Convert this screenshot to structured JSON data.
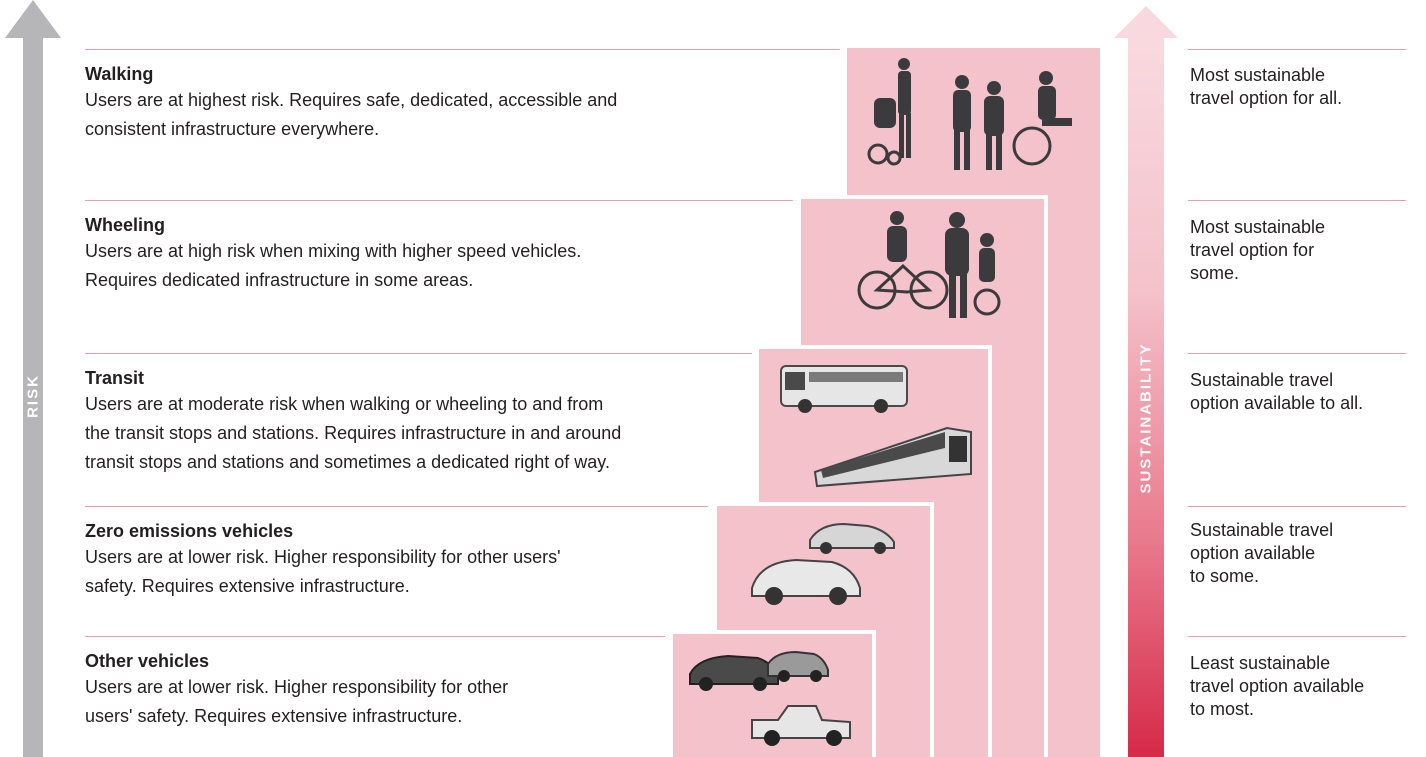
{
  "arrows": {
    "risk": {
      "label": "RISK",
      "color": "#b6b6b8"
    },
    "sustainability": {
      "label": "SUSTAINABILITY",
      "gradient_top": "#f9d9df",
      "gradient_bottom": "#d52a48"
    }
  },
  "step_color": "#f4c2cb",
  "modes": [
    {
      "title": "Walking",
      "desc": [
        "Users are at highest risk. Requires safe, dedicated, accessible and",
        "consistent infrastructure everywhere."
      ],
      "illustration": "pedestrians-icon"
    },
    {
      "title": "Wheeling",
      "desc": [
        "Users are at high risk when mixing with higher speed vehicles.",
        "Requires dedicated infrastructure in some areas."
      ],
      "illustration": "cyclists-icon"
    },
    {
      "title": "Transit",
      "desc": [
        "Users are at moderate risk when walking or wheeling to and from",
        "the transit stops and stations. Requires infrastructure in and around",
        "transit stops and stations and sometimes a dedicated right of way."
      ],
      "illustration": "bus-and-train-icon"
    },
    {
      "title": "Zero emissions vehicles",
      "desc": [
        "Users are at lower risk. Higher responsibility for other users'",
        "safety. Requires extensive infrastructure."
      ],
      "illustration": "electric-cars-icon"
    },
    {
      "title": "Other vehicles",
      "desc": [
        "Users are at lower risk. Higher responsibility for other",
        "users' safety. Requires extensive infrastructure."
      ],
      "illustration": "cars-and-truck-icon"
    }
  ],
  "notes": [
    [
      "Most sustainable",
      "travel option for all."
    ],
    [
      "Most sustainable",
      "travel option for",
      "some."
    ],
    [
      "Sustainable travel",
      "option available to all."
    ],
    [
      "Sustainable travel",
      "option available",
      "to some."
    ],
    [
      "Least sustainable",
      "travel option available",
      "to most."
    ]
  ]
}
